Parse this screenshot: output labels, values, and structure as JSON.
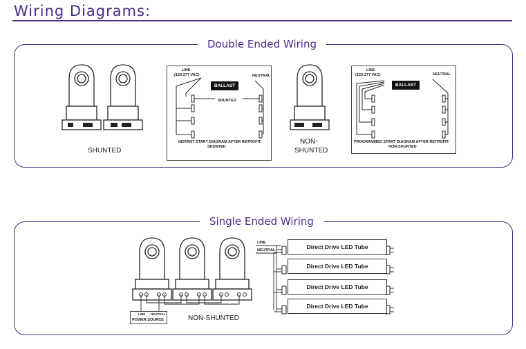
{
  "page_title": "Wiring Diagrams:",
  "double_ended": {
    "title": "Double Ended Wiring",
    "shunted_label": "SHUNTED",
    "non_shunted_label_1": "NON-",
    "non_shunted_label_2": "SHUNTED",
    "instant": {
      "line_1": "LINE",
      "line_2": "(120-277 VAC)",
      "neutral": "NEUTRAL",
      "ballast": "BALLAST",
      "shunted": "SHUNTED",
      "caption_1": "INSTANT START DIAGRAM AFTER RETROFIT:",
      "caption_2": "SHUNTED"
    },
    "programmed": {
      "line_1": "LINE",
      "line_2": "(120-277 VAC)",
      "neutral": "NEUTRAL",
      "ballast": "BALLAST",
      "caption_1": "PROGRAMMED START DIAGRAM AFTER RETROFIT:",
      "caption_2": "NON-SHUNTED"
    }
  },
  "single_ended": {
    "title": "Single Ended Wiring",
    "non_shunted_label": "NON-SHUNTED",
    "power_line": "LINE",
    "power_neutral": "NEUTRAL",
    "power_source": "POWER SOURCE",
    "line": "LINE",
    "neutral": "NEUTRAL",
    "tubes": [
      "Direct Drive LED Tube",
      "Direct Drive LED Tube",
      "Direct Drive LED Tube",
      "Direct Drive LED Tube"
    ]
  },
  "colors": {
    "accent": "#4b2a86",
    "ink": "#1a1a1a"
  }
}
